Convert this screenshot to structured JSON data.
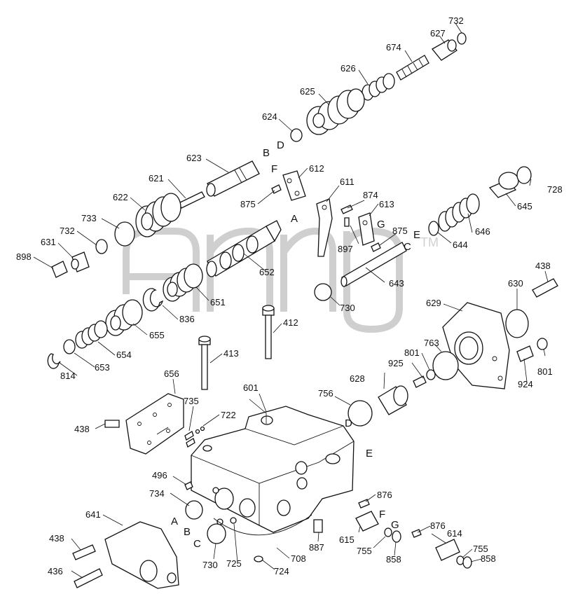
{
  "watermark": "TM",
  "labels": {
    "p732a": "732",
    "p627": "627",
    "p674": "674",
    "p626": "626",
    "p625": "625",
    "p624": "624",
    "p623": "623",
    "p621": "621",
    "p622": "622",
    "p733": "733",
    "p732b": "732",
    "p631": "631",
    "p898": "898",
    "p875a": "875",
    "p612": "612",
    "p611": "611",
    "p874": "874",
    "p613": "613",
    "p875b": "875",
    "p897": "897",
    "p652": "652",
    "p643": "643",
    "p644": "644",
    "p646": "646",
    "p645": "645",
    "p728": "728",
    "p438a": "438",
    "p630": "630",
    "p629": "629",
    "p730a": "730",
    "p651": "651",
    "p836": "836",
    "p655": "655",
    "p654": "654",
    "p653": "653",
    "p814": "814",
    "p413": "413",
    "p412": "412",
    "p601": "601",
    "p656": "656",
    "p735": "735",
    "p722": "722",
    "p438b": "438",
    "p756": "756",
    "p628": "628",
    "p925": "925",
    "p801a": "801",
    "p763": "763",
    "p924": "924",
    "p801b": "801",
    "p496": "496",
    "p734": "734",
    "p641": "641",
    "p438c": "438",
    "p436": "436",
    "p730b": "730",
    "p725": "725",
    "p708": "708",
    "p724": "724",
    "p887": "887",
    "p876a": "876",
    "p615": "615",
    "p755a": "755",
    "p858a": "858",
    "p876b": "876",
    "p614": "614",
    "p755b": "755",
    "p858b": "858"
  },
  "letters": {
    "B1": "B",
    "D1": "D",
    "F1": "F",
    "A1": "A",
    "G1": "G",
    "C1": "C",
    "E1": "E",
    "D2": "D",
    "E2": "E",
    "F2": "F",
    "G2": "G",
    "A2": "A",
    "B2": "B",
    "C2": "C"
  }
}
